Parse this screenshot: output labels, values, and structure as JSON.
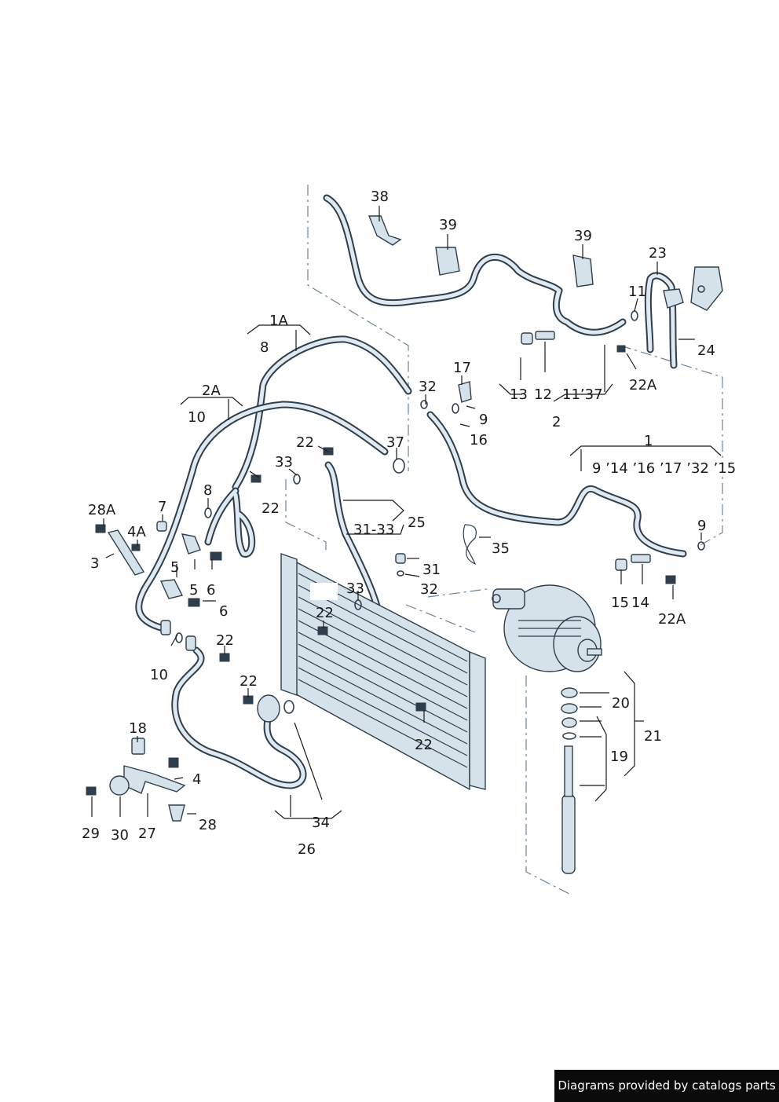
{
  "callouts": [
    {
      "id": "c38",
      "text": "38"
    },
    {
      "id": "c39a",
      "text": "39"
    },
    {
      "id": "c39b",
      "text": "39"
    },
    {
      "id": "c23",
      "text": "23"
    },
    {
      "id": "c11",
      "text": "11"
    },
    {
      "id": "c24",
      "text": "24"
    },
    {
      "id": "c1A",
      "text": "1A"
    },
    {
      "id": "c8a",
      "text": "8"
    },
    {
      "id": "c17",
      "text": "17"
    },
    {
      "id": "c32a",
      "text": "32"
    },
    {
      "id": "c9a",
      "text": "9"
    },
    {
      "id": "c16",
      "text": "16"
    },
    {
      "id": "c13",
      "text": "13"
    },
    {
      "id": "c12a",
      "text": "12"
    },
    {
      "id": "c1137",
      "text": "11’37"
    },
    {
      "id": "c22Aa",
      "text": "22A"
    },
    {
      "id": "c2",
      "text": "2"
    },
    {
      "id": "c2A",
      "text": "2A"
    },
    {
      "id": "c10a",
      "text": "10"
    },
    {
      "id": "c1",
      "text": "1"
    },
    {
      "id": "c9list",
      "text": "9 ’14 ’16 ’17 ’32 ’15"
    },
    {
      "id": "c22a",
      "text": "22"
    },
    {
      "id": "c37",
      "text": "37"
    },
    {
      "id": "c33a",
      "text": "33"
    },
    {
      "id": "c28A",
      "text": "28A"
    },
    {
      "id": "c7",
      "text": "7"
    },
    {
      "id": "c8b",
      "text": "8"
    },
    {
      "id": "c22b",
      "text": "22"
    },
    {
      "id": "c25",
      "text": "25"
    },
    {
      "id": "c3133",
      "text": "31-33"
    },
    {
      "id": "c4A",
      "text": "4A"
    },
    {
      "id": "c3",
      "text": "3"
    },
    {
      "id": "c5a",
      "text": "5"
    },
    {
      "id": "c5b",
      "text": "5"
    },
    {
      "id": "c6a",
      "text": "6"
    },
    {
      "id": "c6b",
      "text": "6"
    },
    {
      "id": "c35",
      "text": "35"
    },
    {
      "id": "c9b",
      "text": "9"
    },
    {
      "id": "c31",
      "text": "31"
    },
    {
      "id": "c32b",
      "text": "32"
    },
    {
      "id": "c33b",
      "text": "33"
    },
    {
      "id": "c22c",
      "text": "22"
    },
    {
      "id": "c15",
      "text": "15"
    },
    {
      "id": "c14",
      "text": "14"
    },
    {
      "id": "c22Ab",
      "text": "22A"
    },
    {
      "id": "c22d",
      "text": "22"
    },
    {
      "id": "c10b",
      "text": "10"
    },
    {
      "id": "c22e",
      "text": "22"
    },
    {
      "id": "c20",
      "text": "20"
    },
    {
      "id": "c21",
      "text": "21"
    },
    {
      "id": "c19",
      "text": "19"
    },
    {
      "id": "c22f",
      "text": "22"
    },
    {
      "id": "c18",
      "text": "18"
    },
    {
      "id": "c4",
      "text": "4"
    },
    {
      "id": "c28",
      "text": "28"
    },
    {
      "id": "c29",
      "text": "29"
    },
    {
      "id": "c30",
      "text": "30"
    },
    {
      "id": "c27",
      "text": "27"
    },
    {
      "id": "c34",
      "text": "34"
    },
    {
      "id": "c26",
      "text": "26"
    }
  ],
  "footer": {
    "label": "Diagrams provided by catalogs parts"
  }
}
